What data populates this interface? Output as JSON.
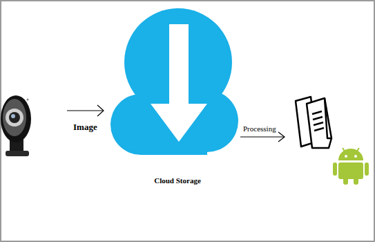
{
  "diagram": {
    "nodes": [
      {
        "text": [
          "Cloud Storage"
        ]
      }
    ],
    "labels": [
      "Image",
      "Processing"
    ]
  }
}
